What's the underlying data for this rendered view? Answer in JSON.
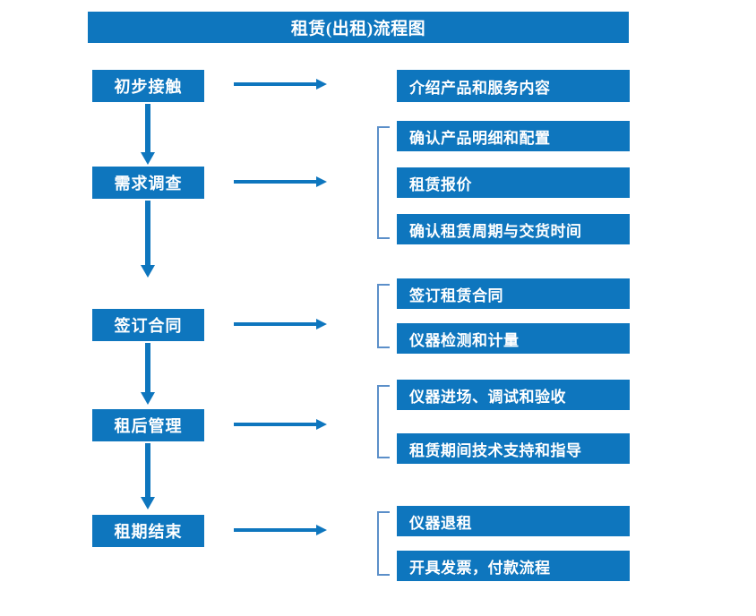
{
  "title": "租赁(出租)流程图",
  "colors": {
    "box_blue": "#0E76BE",
    "arrow_blue": "#0E76BE",
    "bracket_blue": "#5B8FC9",
    "text_white": "#FFFFFF",
    "background": "#FFFFFF"
  },
  "stages": [
    {
      "label": "初步接触",
      "tasks": [
        "介绍产品和服务内容"
      ],
      "has_bracket": false,
      "has_down_arrow": true
    },
    {
      "label": "需求调查",
      "tasks": [
        "确认产品明细和配置",
        "租赁报价",
        "确认租赁周期与交货时间"
      ],
      "has_bracket": true,
      "has_down_arrow": true
    },
    {
      "label": "签订合同",
      "tasks": [
        "签订租赁合同",
        "仪器检测和计量"
      ],
      "has_bracket": true,
      "has_down_arrow": true
    },
    {
      "label": "租后管理",
      "tasks": [
        "仪器进场、调试和验收",
        "租赁期间技术支持和指导"
      ],
      "has_bracket": true,
      "has_down_arrow": true
    },
    {
      "label": "租期结束",
      "tasks": [
        "仪器退租",
        "开具发票，付款流程"
      ],
      "has_bracket": true,
      "has_down_arrow": false
    }
  ],
  "arrow_labels": {
    "horizontal": "leads-to",
    "vertical": "next-stage"
  }
}
